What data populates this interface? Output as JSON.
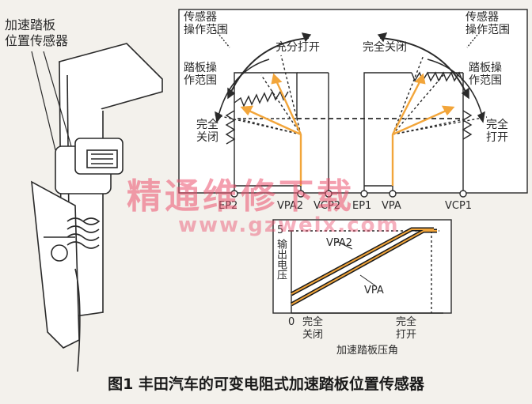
{
  "sensor_label": [
    "加速踏板",
    "位置传感器"
  ],
  "left_panel": {
    "sensor_range": [
      "传感器",
      "操作范围"
    ],
    "fully_open": "充分打开",
    "pedal_range": [
      "踏板操",
      "作范围"
    ],
    "fully_closed": [
      "完全",
      "关闭"
    ]
  },
  "right_panel": {
    "sensor_range": [
      "传感器",
      "操作范围"
    ],
    "fully_closed": "完全关闭",
    "pedal_range": [
      "踏板操",
      "作范围"
    ],
    "fully_open": [
      "完全",
      "打开"
    ]
  },
  "terminals": [
    "EP2",
    "VPA2",
    "VCP2",
    "EP1",
    "VPA",
    "VCP1"
  ],
  "graph": {
    "y_max_label": "5",
    "y_label": "输出电压",
    "origin_label": "0",
    "series": [
      "VPA2",
      "VPA"
    ],
    "x_tick_closed": [
      "完全",
      "关闭"
    ],
    "x_tick_open": [
      "完全",
      "打开"
    ],
    "x_label": "加速踏板压角"
  },
  "watermark": {
    "text": "精通维修下载",
    "url": "www.gzweix.com"
  },
  "caption": "图1 丰田汽车的可变电阻式加速踏板位置传感器",
  "colors": {
    "arrow_orange": "#f2a53a",
    "line": "#2a2a2a",
    "watermark": "#eb506e"
  }
}
